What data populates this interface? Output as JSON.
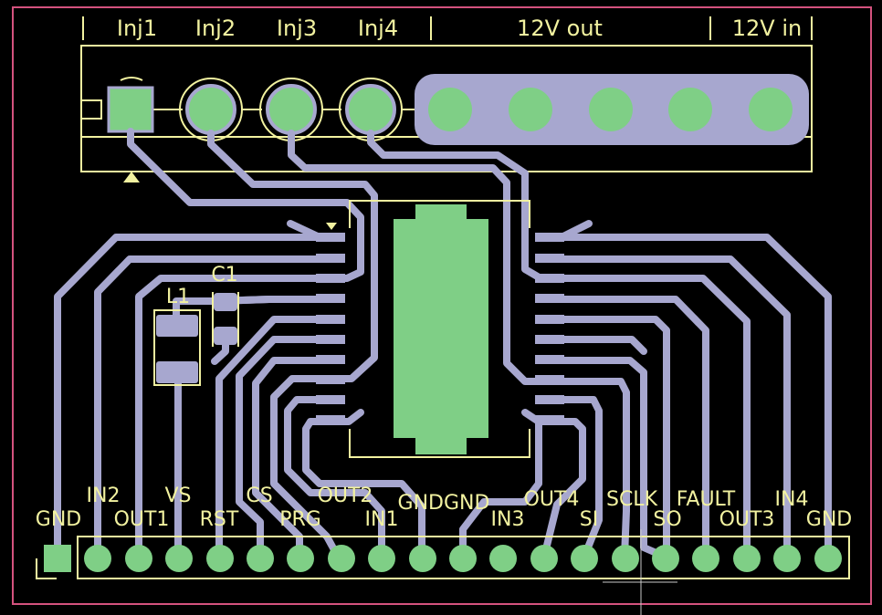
{
  "colors": {
    "background": "#000000",
    "board_edge": "#d4527e",
    "silkscreen": "#f2f2a0",
    "trace": "#a7a7cf",
    "pad": "#7fcf86"
  },
  "top_connector": {
    "labels": [
      "Inj1",
      "Inj2",
      "Inj3",
      "Inj4",
      "12V out",
      "12V in"
    ]
  },
  "components": {
    "capacitor": "C1",
    "inductor": "L1"
  },
  "bottom_header": {
    "row_top": [
      "IN2",
      "VS",
      "CS",
      "OUT2",
      "GNDGND",
      "OUT4",
      "SCLK",
      "FAULT",
      "IN4"
    ],
    "row_bottom": [
      "GND",
      "OUT1",
      "RST",
      "PRG",
      "IN1",
      "IN3",
      "SI",
      "SO",
      "OUT3",
      "GND"
    ],
    "pin_count": 20
  }
}
